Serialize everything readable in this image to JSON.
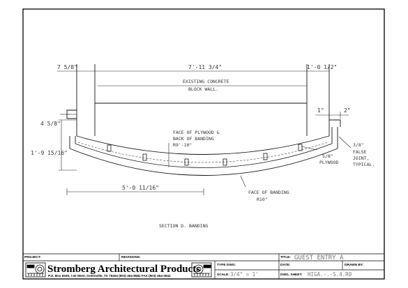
{
  "drawing": {
    "dimensions": {
      "top_left": "7 5/8\"",
      "top_mid": "7'-11 3/4\"",
      "top_right": "1'-0 1/2\"",
      "right_1": "1\"",
      "right_2": "2\"",
      "left_small": "4 5/8\"",
      "left_height": "1'-9 15/16\"",
      "bottom_width": "5'-0 11/16\""
    },
    "notes": {
      "wall_1": "EXISTING CONCRETE",
      "wall_2": "BLOCK WALL.",
      "plywood_1": "FACE OF PLYWOOD &",
      "plywood_2": "BACK OF BANDING",
      "plywood_3": "R9'-10\"",
      "plywood_label_1": "5/8\"",
      "plywood_label_2": "PLYWOOD",
      "joint_1": "3/8\"",
      "joint_2": "FALSE",
      "joint_3": "JOINT,",
      "joint_4": "TYPICAL.",
      "banding_1": "FACE OF BANDING",
      "banding_2": "R10\"",
      "section": "SECTION D. BANDING"
    }
  },
  "title_block": {
    "project_label": "PROJECT:",
    "revisions_label": "REVISIONS:",
    "title_label": "TITLE:",
    "title_value": "GUEST ENTRY A",
    "company_name": "Stromberg Architectural Products",
    "company_address": "P.O. Box 6036, I-30 West, Greenville, TX 75404  (903) 454-8682  FAX (903) 454-3642",
    "type_dwg_label": "TYPE DWG:",
    "date_label": "DATE:",
    "drawn_by_label": "DRAWN BY:",
    "scale_label": "SCALE:",
    "scale_value": "3/4\" = 1'",
    "dwg_sheet_label": "DWG. SHEET:",
    "dwg_sheet_value": "HIGA.-.-S.4.R0"
  }
}
